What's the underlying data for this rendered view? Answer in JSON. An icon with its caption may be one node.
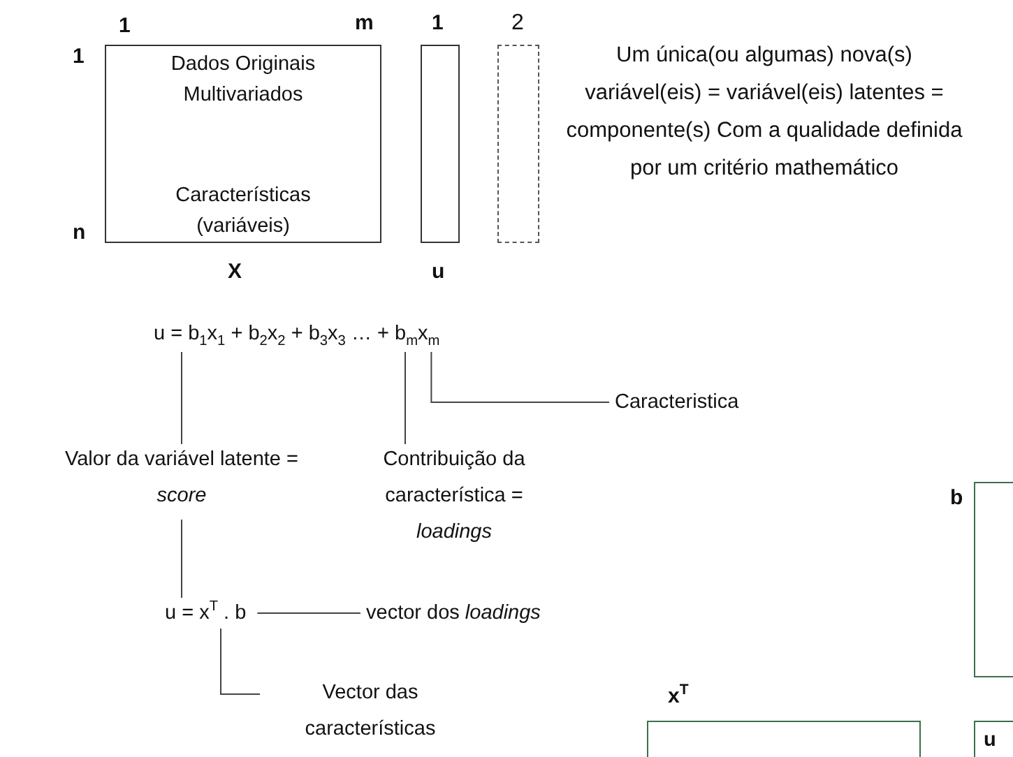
{
  "diagram": {
    "nodes": [
      {
        "text": [
          "Dados Originais Multivariados",
          "Características (variáveis)"
        ],
        "beside": [
          "1",
          "m",
          "1",
          "n",
          "X"
        ]
      },
      {
        "text": [],
        "shape": "box",
        "beside": [
          "1",
          "u"
        ]
      },
      {
        "text": [],
        "shape": "box",
        "beside": [
          "2"
        ]
      },
      {
        "text": [
          "u = b$_{1}$x$_{1}$ + b$_{2}$x$_{2}$ + b$_{3}$x$_{3}$ … + b$_{m}$x$_{m}$"
        ]
      },
      {
        "text": [
          "Caracteristica"
        ]
      },
      {
        "text": [
          "Valor da variável latente = *score*"
        ]
      },
      {
        "text": [
          "Contribuição da característica = *loadings*"
        ]
      },
      {
        "text": [
          "u = x$^{T}$ . b"
        ]
      },
      {
        "text": [
          "vector dos *loadings*"
        ]
      },
      {
        "text": [
          "Vector das características"
        ]
      },
      {
        "text": [],
        "shape": "box",
        "beside": [
          "b"
        ]
      },
      {
        "text": [],
        "shape": "box",
        "beside": [
          "x$^{T}$"
        ]
      },
      {
        "text": [
          "u"
        ]
      }
    ],
    "edges": [
      {
        "from": 3,
        "to": 5,
        "arrow": "none"
      },
      {
        "from": 3,
        "to": 6,
        "arrow": "none"
      },
      {
        "from": 3,
        "to": 4,
        "arrow": "none"
      },
      {
        "from": 5,
        "to": 7,
        "arrow": "none"
      },
      {
        "from": 7,
        "to": 8,
        "arrow": "none"
      },
      {
        "from": 7,
        "to": 9,
        "arrow": "none"
      }
    ],
    "labels": [
      "Um única(ou algumas) nova(s) variável(eis) = variável(eis) latentes = componente(s) Com a qualidade definida por um critério mathemático"
    ]
  }
}
